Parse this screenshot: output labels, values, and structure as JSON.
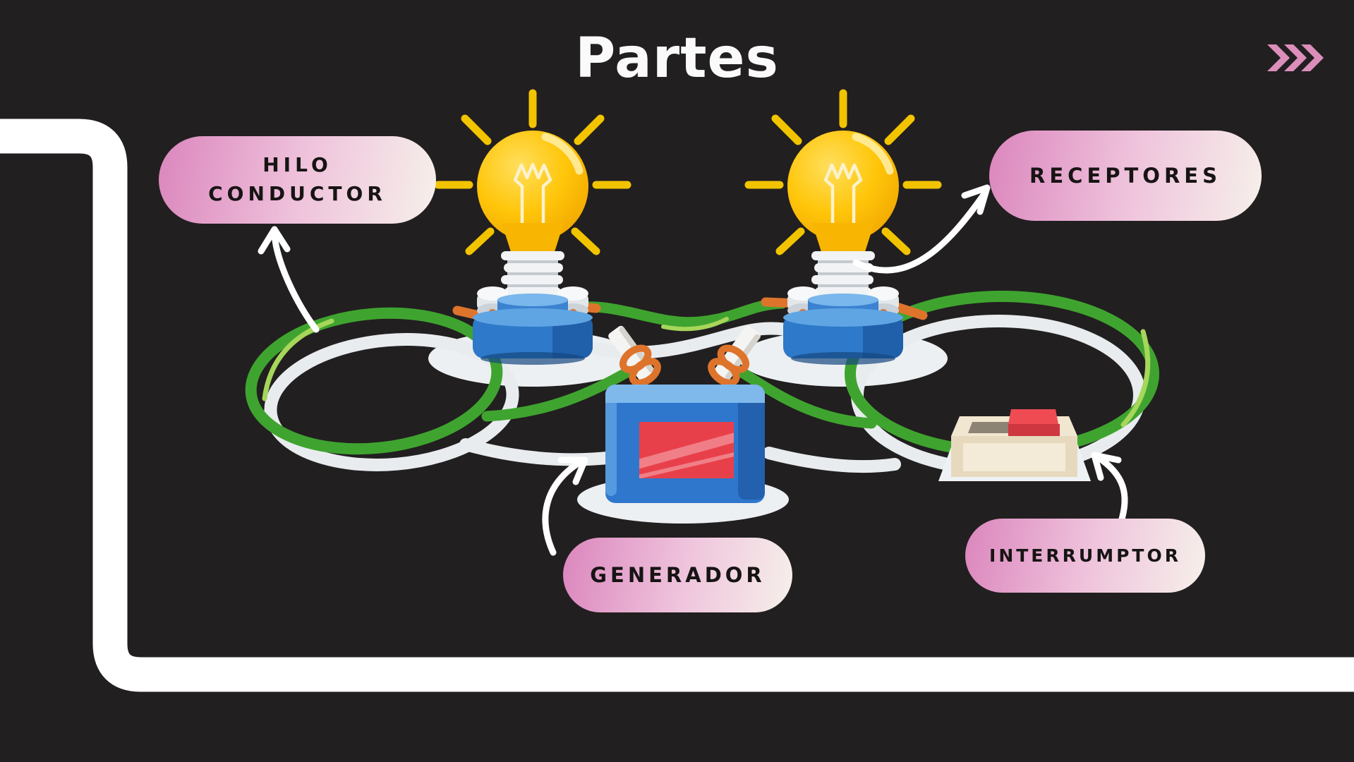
{
  "slide": {
    "title": "Partes",
    "background_color": "#221F20"
  },
  "nav": {
    "next_icon": "triple-chevron-right-icon",
    "accent_color": "#DC8EBB"
  },
  "labels": {
    "hilo_conductor": "HILO CONDUCTOR",
    "receptores": "RECEPTORES",
    "generador": "GENERADOR",
    "interrumptor": "INTERRUMPTOR"
  },
  "diagram": {
    "components": [
      "light-bulb-left",
      "light-bulb-right",
      "generator-battery",
      "switch",
      "conductor-wires"
    ],
    "colors": {
      "wire_green": "#3FA42F",
      "wire_white": "#E8ECEF",
      "bulb_yellow": "#FFC60A",
      "ray_yellow": "#F2C400",
      "socket_blue": "#2E79C9",
      "battery_blue": "#2E77CC",
      "battery_label_red": "#E8404A",
      "switch_beige": "#EDE0C8",
      "switch_button_red": "#E0424C",
      "terminal_orange": "#DE742C",
      "pill_gradient_start": "#DB86BD",
      "pill_gradient_end": "#F6F0EA",
      "frame_white": "#FFFFFF"
    }
  }
}
